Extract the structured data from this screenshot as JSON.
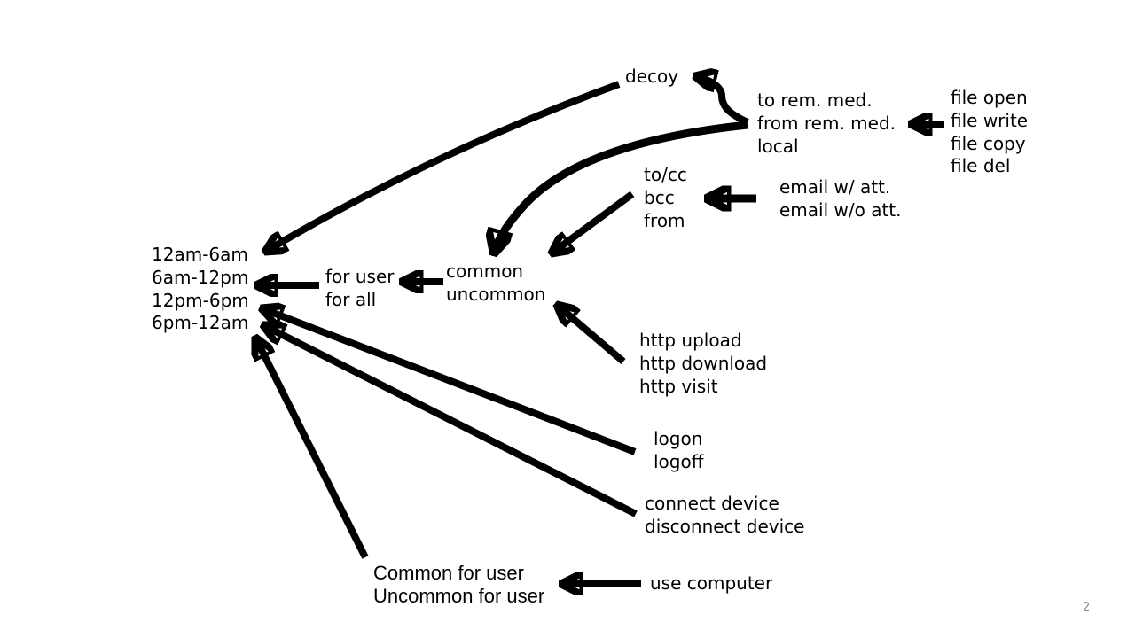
{
  "slide": {
    "number": "2",
    "colors": {
      "ink": "#000000",
      "background": "#ffffff",
      "slide_number": "#8b8b95"
    }
  },
  "diagram": {
    "nodes": [
      {
        "id": "decoy",
        "lines": [
          "decoy"
        ]
      },
      {
        "id": "remote-media",
        "lines": [
          "to rem. med.",
          "from rem. med.",
          "local"
        ]
      },
      {
        "id": "file-ops",
        "lines": [
          "file open",
          "file write",
          "file copy",
          "file del"
        ]
      },
      {
        "id": "email-fields",
        "lines": [
          "to/cc",
          "bcc",
          "from"
        ]
      },
      {
        "id": "email-types",
        "lines": [
          "email w/ att.",
          "email w/o att."
        ]
      },
      {
        "id": "time-buckets",
        "lines": [
          "12am-6am",
          "6am-12pm",
          "12pm-6pm",
          "6pm-12am"
        ]
      },
      {
        "id": "scope",
        "lines": [
          "for user",
          "for all"
        ]
      },
      {
        "id": "frequency",
        "lines": [
          "common",
          "uncommon"
        ]
      },
      {
        "id": "http-ops",
        "lines": [
          "http upload",
          "http download",
          "http visit"
        ]
      },
      {
        "id": "session",
        "lines": [
          "logon",
          "logoff"
        ]
      },
      {
        "id": "device",
        "lines": [
          "connect device",
          "disconnect device"
        ]
      },
      {
        "id": "user-frequency",
        "lines": [
          "Common for user",
          "Uncommon for user"
        ]
      },
      {
        "id": "computer-use",
        "lines": [
          "use computer"
        ]
      }
    ],
    "arrows": [
      {
        "from": "decoy",
        "to": "time-buckets"
      },
      {
        "from": "remote-media",
        "to": "decoy"
      },
      {
        "from": "remote-media",
        "to": "frequency"
      },
      {
        "from": "email-fields",
        "to": "frequency"
      },
      {
        "from": "email-types",
        "to": "email-fields"
      },
      {
        "from": "file-ops",
        "to": "remote-media"
      },
      {
        "from": "scope",
        "to": "time-buckets"
      },
      {
        "from": "frequency",
        "to": "scope"
      },
      {
        "from": "http-ops",
        "to": "frequency"
      },
      {
        "from": "session",
        "to": "time-buckets"
      },
      {
        "from": "device",
        "to": "time-buckets"
      },
      {
        "from": "user-frequency",
        "to": "time-buckets"
      },
      {
        "from": "computer-use",
        "to": "user-frequency"
      }
    ]
  }
}
